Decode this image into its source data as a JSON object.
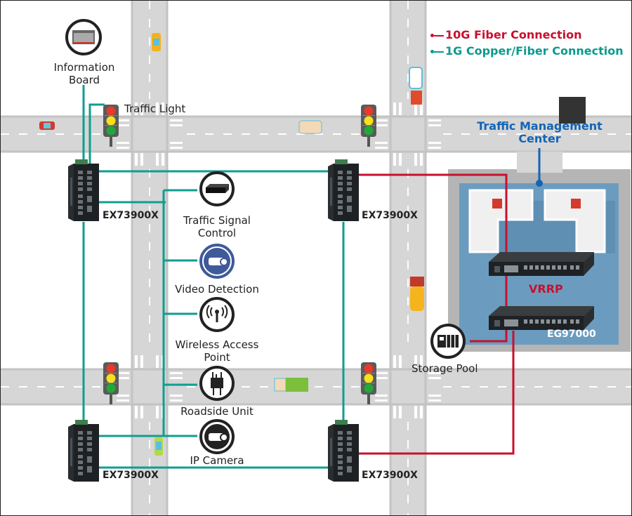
{
  "legend": {
    "items": [
      {
        "label": "10G Fiber Connection",
        "color": "#c8102e"
      },
      {
        "label": "1G Copper/Fiber Connection",
        "color": "#0a9a8e"
      }
    ]
  },
  "colors": {
    "fiber_10g": "#c8102e",
    "copper_1g": "#0f9e90",
    "tmc_blue": "#1464b4",
    "road": "#d6d6d6",
    "tmc_zone": "#6b9cbf"
  },
  "devices": {
    "info_board": {
      "label_line1": "Information",
      "label_line2": "Board",
      "icon": "information-board-icon"
    },
    "traffic_light": {
      "label": "Traffic Light",
      "icon": "traffic-light-icon"
    },
    "signal_control": {
      "label_line1": "Traffic Signal",
      "label_line2": "Control",
      "icon": "signal-controller-icon"
    },
    "video_detection": {
      "label": "Video Detection",
      "icon": "video-detection-camera-icon"
    },
    "wireless_ap": {
      "label_line1": "Wireless Access",
      "label_line2": "Point",
      "icon": "wireless-antenna-icon"
    },
    "roadside_unit": {
      "label": "Roadside Unit",
      "icon": "roadside-unit-icon"
    },
    "ip_camera": {
      "label": "IP Camera",
      "icon": "ip-camera-icon"
    },
    "storage_pool": {
      "label": "Storage Pool",
      "icon": "storage-icon"
    }
  },
  "switches": [
    {
      "id": "sw-top-left",
      "model": "EX73900X"
    },
    {
      "id": "sw-top-right",
      "model": "EX73900X"
    },
    {
      "id": "sw-bottom-left",
      "model": "EX73900X"
    },
    {
      "id": "sw-bottom-right",
      "model": "EX73900X"
    }
  ],
  "tmc": {
    "title_line1": "Traffic Management",
    "title_line2": "Center",
    "redundancy_label": "VRRP",
    "core_switch_model": "EG97000"
  }
}
